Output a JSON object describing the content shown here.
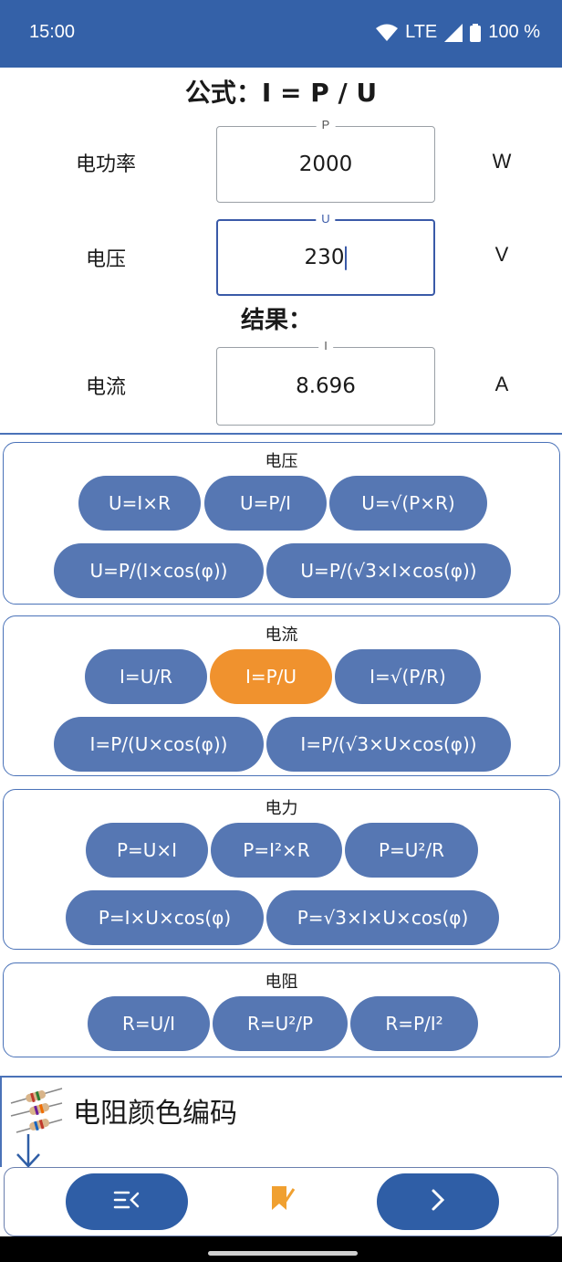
{
  "status": {
    "time": "15:00",
    "network": "LTE",
    "battery": "100 %"
  },
  "formula": "公式：I = P / U",
  "inputs": [
    {
      "label": "电功率",
      "legend": "P",
      "value": "2000",
      "unit": "W"
    },
    {
      "label": "电压",
      "legend": "U",
      "value": "230",
      "unit": "V"
    }
  ],
  "result_title": "结果：",
  "result": {
    "label": "电流",
    "legend": "I",
    "value": "8.696",
    "unit": "A"
  },
  "groups": {
    "voltage": {
      "title": "电压",
      "buttons": [
        "U=I×R",
        "U=P/I",
        "U=√(P×R)",
        "U=P/(I×cos(φ))",
        "U=P/(√3×I×cos(φ))"
      ]
    },
    "current": {
      "title": "电流",
      "buttons": [
        "I=U/R",
        "I=P/U",
        "I=√(P/R)",
        "I=P/(U×cos(φ))",
        "I=P/(√3×U×cos(φ))"
      ],
      "selected": "I=P/U"
    },
    "power": {
      "title": "电力",
      "buttons": [
        "P=U×I",
        "P=I²×R",
        "P=U²/R",
        "P=I×U×cos(φ)",
        "P=√3×I×U×cos(φ)"
      ]
    },
    "resistance": {
      "title": "电阻",
      "buttons": [
        "R=U/I",
        "R=U²/P",
        "R=P/I²"
      ]
    }
  },
  "resistor_panel": {
    "title": "电阻颜色编码"
  },
  "colors": {
    "primary": "#3461a8",
    "button": "#5677b3",
    "selected": "#f0922e",
    "bookmark": "#f0a030"
  }
}
